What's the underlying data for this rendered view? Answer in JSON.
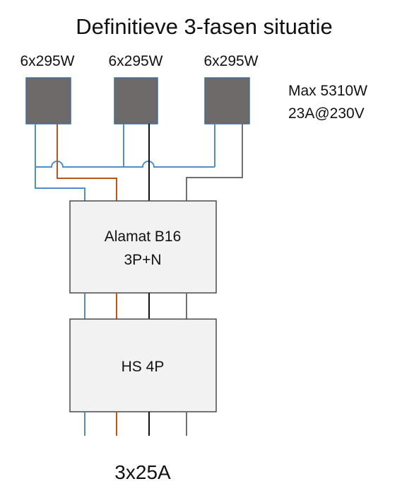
{
  "title": "Definitieve 3-fasen situatie",
  "panels": [
    {
      "label": "6x295W"
    },
    {
      "label": "6x295W"
    },
    {
      "label": "6x295W"
    }
  ],
  "info": {
    "max_power": "Max 5310W",
    "current": "23A@230V"
  },
  "breaker": {
    "line1": "Alamat B16",
    "line2": "3P+N"
  },
  "main_switch": {
    "label": "HS 4P"
  },
  "supply": {
    "label": "3x25A"
  },
  "colors": {
    "neutral_blue": "#4f8fc4",
    "phase_brown": "#b5561a",
    "phase_black": "#111111",
    "phase_grey": "#707070",
    "panel_fill": "#6e6a6a",
    "panel_border": "#3d6fa3",
    "box_fill": "#f2f2f2",
    "box_border": "#4a4a4a"
  },
  "icons": [
    "solar-panel-icon"
  ]
}
